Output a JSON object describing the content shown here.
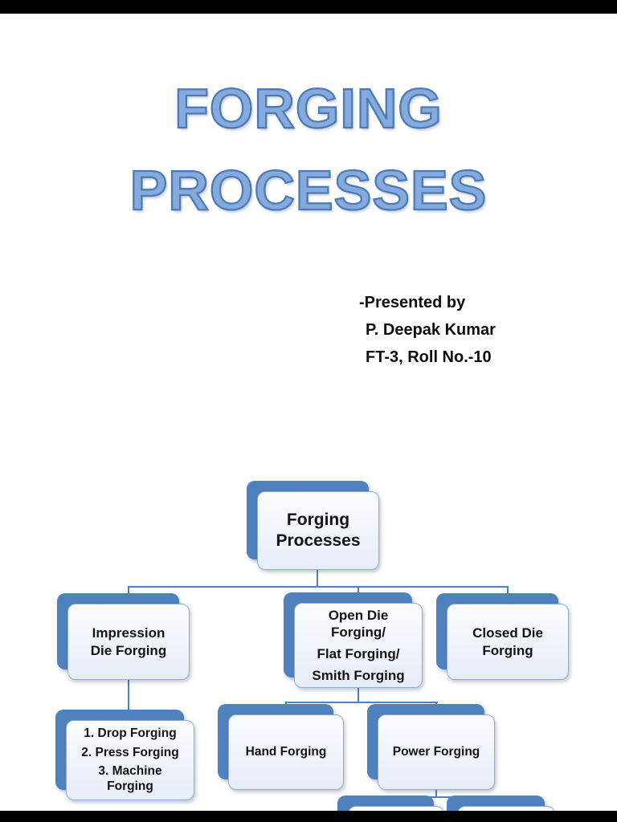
{
  "title": {
    "line1": "FORGING",
    "line2": "PROCESSES"
  },
  "byline": {
    "presented_by": "-Presented by",
    "name": "P. Deepak Kumar",
    "roll": "FT-3, Roll No.-10"
  },
  "diagram": {
    "root": {
      "label": "Forging Processes"
    },
    "level1": [
      {
        "label": "Impression Die Forging"
      },
      {
        "paragraphs": [
          "Open Die Forging/",
          "Flat Forging/",
          "Smith Forging"
        ]
      },
      {
        "label": "Closed Die Forging"
      }
    ],
    "impression_types": [
      "1. Drop Forging",
      "2. Press Forging",
      "3. Machine Forging"
    ],
    "open_die_children": [
      "Hand Forging",
      "Power Forging"
    ]
  },
  "colors": {
    "accent": "#4F81BD",
    "node_fill": "#EFF4FA",
    "node_border": "#8FACD2",
    "title_fill": "#85AADB",
    "title_outline": "#4C7BB8",
    "letterbox": "#000000"
  }
}
